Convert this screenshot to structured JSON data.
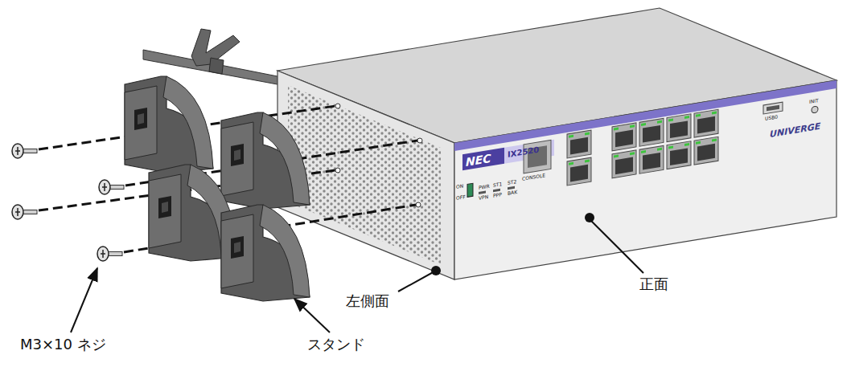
{
  "diagram": {
    "labels": [
      "NEC",
      "IX2520",
      "ON",
      "OFF",
      "PWR",
      "VPN",
      "ST1",
      "PPP",
      "ST2",
      "BAK",
      "CONSOLE",
      "USB0",
      "INIT",
      "UNIVERGE",
      "M3×10 ネジ",
      "スタンド",
      "左側面",
      "正面"
    ]
  }
}
